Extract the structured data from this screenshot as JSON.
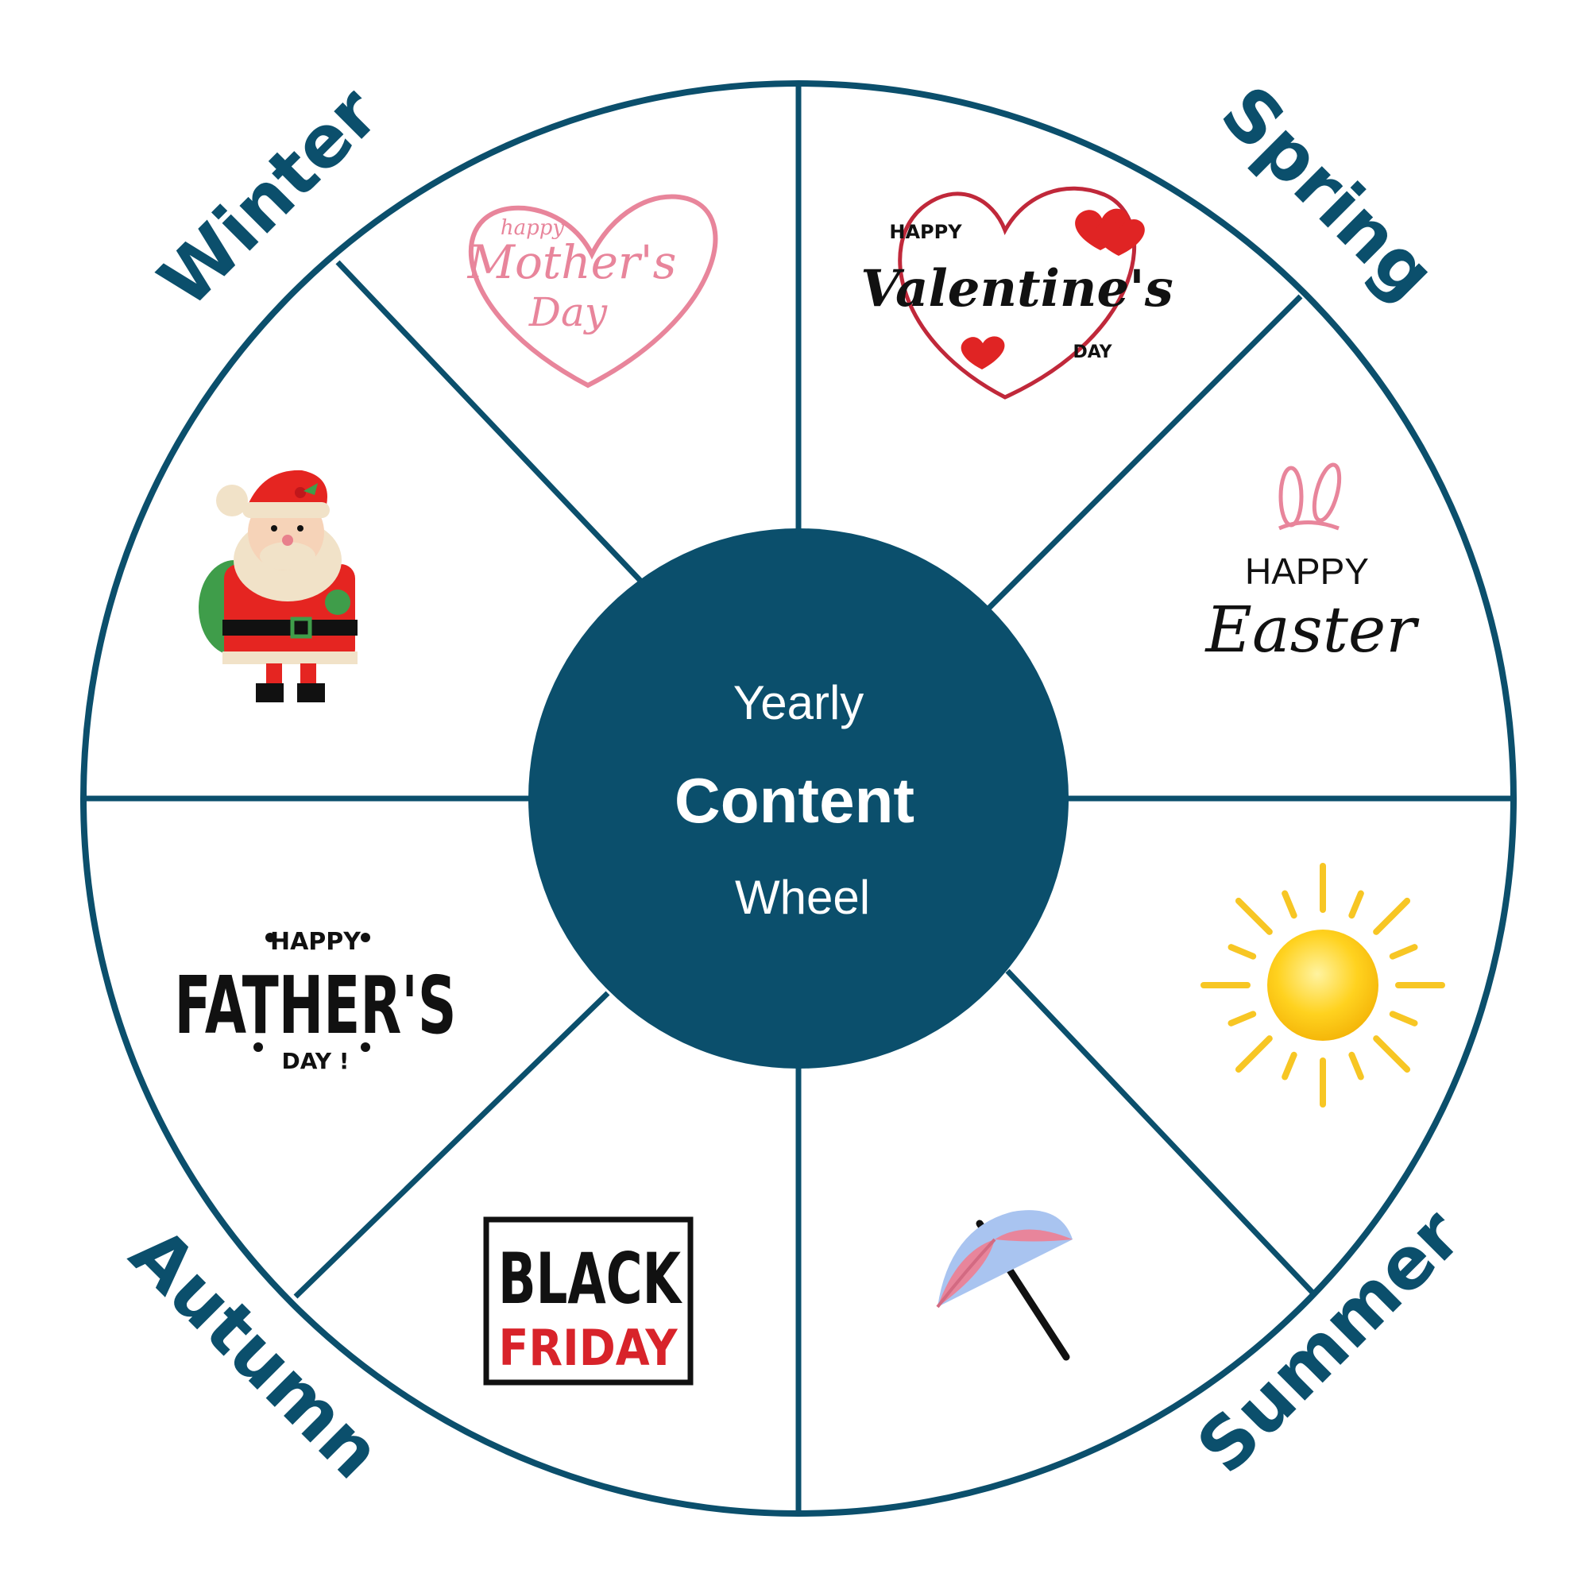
{
  "colors": {
    "primary": "#0b4f6c",
    "background": "#ffffff",
    "mothers_pink": "#e8859b",
    "valentine_red": "#e02424",
    "sun_yellow": "#f7c624",
    "black_friday_red": "#d8232a"
  },
  "hub": {
    "line1": "Yearly",
    "line2": "Content",
    "line3": "Wheel"
  },
  "seasons": {
    "winter": "Winter",
    "spring": "Spring",
    "summer": "Summer",
    "autumn": "Autumn"
  },
  "segments": {
    "mothers_day": {
      "small": "happy",
      "main": "Mother's",
      "sub": "Day"
    },
    "valentines_day": {
      "small": "HAPPY",
      "main": "Valentine's",
      "sub": "DAY"
    },
    "easter": {
      "small": "HAPPY",
      "main": "Easter"
    },
    "summer_sun": {
      "icon": "sun-icon"
    },
    "summer_umbrella": {
      "icon": "beach-umbrella-icon"
    },
    "black_friday": {
      "line1": "BLACK",
      "line2": "FRIDAY"
    },
    "fathers_day": {
      "small": "HAPPY",
      "main": "FATHER'S",
      "sub": "DAY !"
    },
    "christmas": {
      "icon": "santa-claus-icon"
    }
  }
}
